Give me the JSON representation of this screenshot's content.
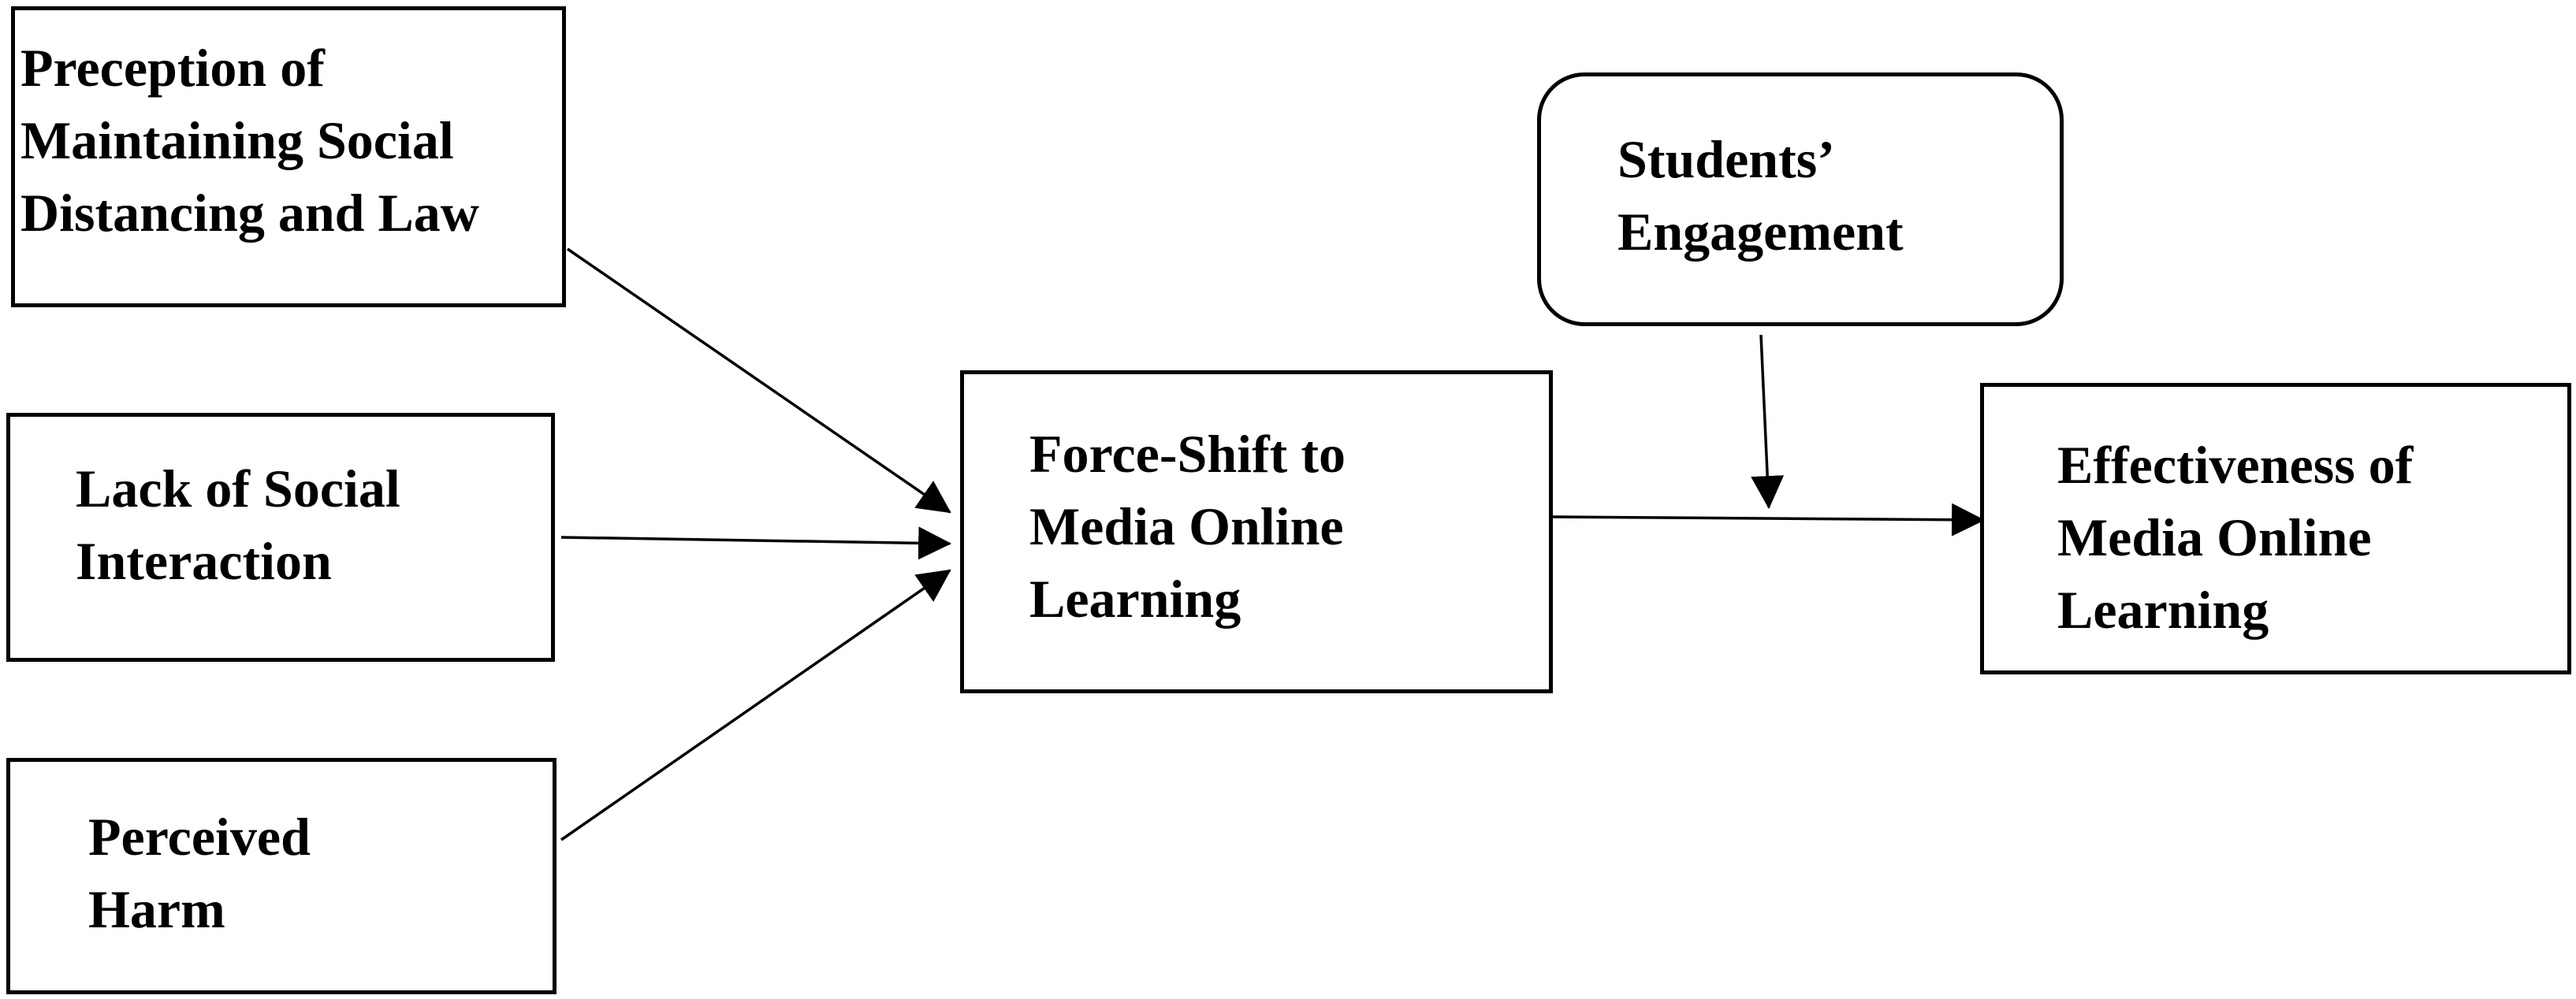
{
  "nodes": {
    "perception": {
      "lines": [
        "Preception of",
        "Maintaining Social",
        "Distancing and Law"
      ]
    },
    "lack_interaction": {
      "lines": [
        "Lack of Social",
        "Interaction"
      ]
    },
    "perceived_harm": {
      "lines": [
        "Perceived",
        "Harm"
      ]
    },
    "force_shift": {
      "lines": [
        "Force-Shift to",
        "Media Online",
        "Learning"
      ]
    },
    "engagement": {
      "lines": [
        "Students’",
        "Engagement"
      ]
    },
    "effectiveness": {
      "lines": [
        "Effectiveness of",
        "Media Online",
        "Learning"
      ]
    }
  },
  "edges": [
    {
      "from": "perception",
      "to": "force_shift"
    },
    {
      "from": "lack_interaction",
      "to": "force_shift"
    },
    {
      "from": "perceived_harm",
      "to": "force_shift"
    },
    {
      "from": "force_shift",
      "to": "effectiveness"
    },
    {
      "from": "engagement",
      "to": "force_shift-effectiveness-link"
    }
  ],
  "colors": {
    "stroke": "#000000",
    "background": "#ffffff"
  }
}
